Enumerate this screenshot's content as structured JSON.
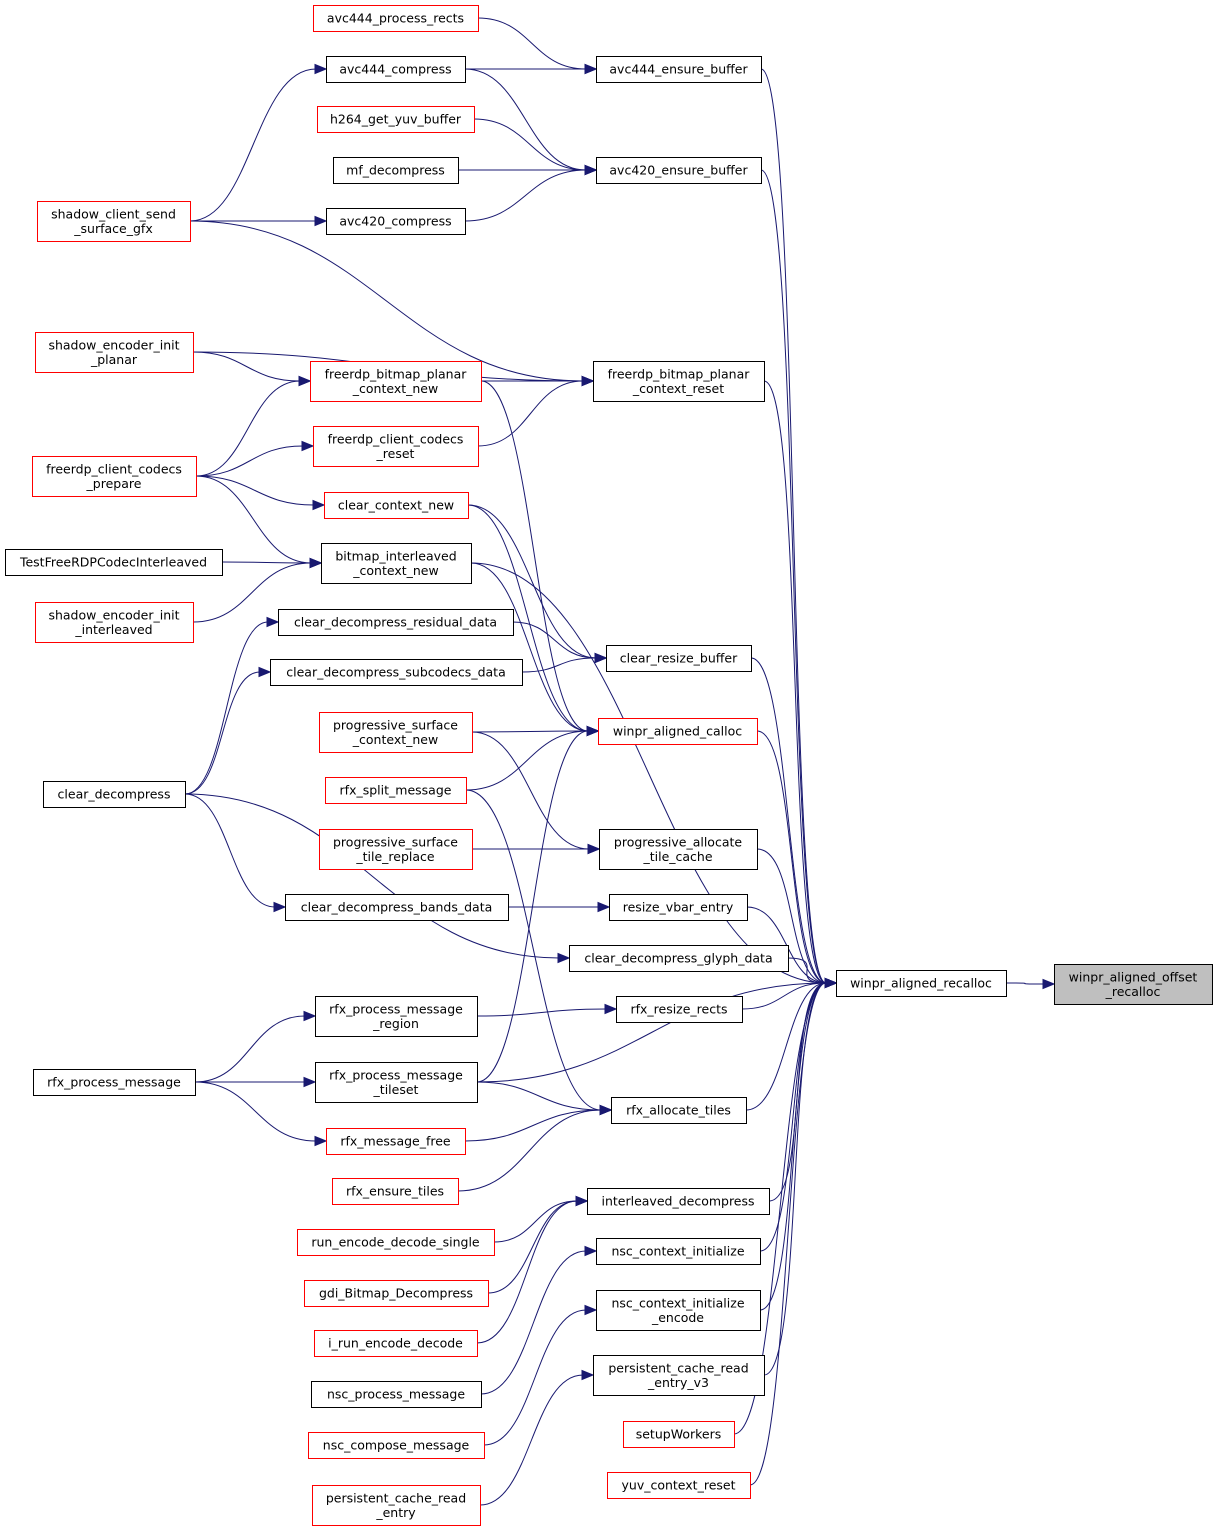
{
  "colors": {
    "edge": "#191970",
    "border_default": "#000000",
    "border_red": "#ff0000",
    "target_fill": "#bfbfbf",
    "fill": "#ffffff"
  },
  "nodes": {
    "offset_recalloc": {
      "lines": [
        "winpr_aligned_offset",
        "_recalloc"
      ],
      "border": "black",
      "target": true
    },
    "recalloc": {
      "lines": [
        "winpr_aligned_recalloc"
      ],
      "border": "black"
    },
    "avc444_process_rects": {
      "lines": [
        "avc444_process_rects"
      ],
      "border": "red"
    },
    "avc444_compress": {
      "lines": [
        "avc444_compress"
      ],
      "border": "black"
    },
    "avc444_ensure_buffer": {
      "lines": [
        "avc444_ensure_buffer"
      ],
      "border": "black"
    },
    "h264_get_yuv_buffer": {
      "lines": [
        "h264_get_yuv_buffer"
      ],
      "border": "red"
    },
    "mf_decompress": {
      "lines": [
        "mf_decompress"
      ],
      "border": "black"
    },
    "avc420_ensure_buffer": {
      "lines": [
        "avc420_ensure_buffer"
      ],
      "border": "black"
    },
    "shadow_client_send_surface_gfx": {
      "lines": [
        "shadow_client_send",
        "_surface_gfx"
      ],
      "border": "red"
    },
    "avc420_compress": {
      "lines": [
        "avc420_compress"
      ],
      "border": "black"
    },
    "shadow_encoder_init_planar": {
      "lines": [
        "shadow_encoder_init",
        "_planar"
      ],
      "border": "red"
    },
    "planar_context_new": {
      "lines": [
        "freerdp_bitmap_planar",
        "_context_new"
      ],
      "border": "red"
    },
    "planar_context_reset": {
      "lines": [
        "freerdp_bitmap_planar",
        "_context_reset"
      ],
      "border": "black"
    },
    "client_codecs_reset": {
      "lines": [
        "freerdp_client_codecs",
        "_reset"
      ],
      "border": "red"
    },
    "client_codecs_prepare": {
      "lines": [
        "freerdp_client_codecs",
        "_prepare"
      ],
      "border": "red"
    },
    "clear_context_new": {
      "lines": [
        "clear_context_new"
      ],
      "border": "red"
    },
    "TestFreeRDPCodecInterleaved": {
      "lines": [
        "TestFreeRDPCodecInterleaved"
      ],
      "border": "black"
    },
    "interleaved_context_new": {
      "lines": [
        "bitmap_interleaved",
        "_context_new"
      ],
      "border": "black"
    },
    "shadow_encoder_init_interleaved": {
      "lines": [
        "shadow_encoder_init",
        "_interleaved"
      ],
      "border": "red"
    },
    "clear_decompress_residual_data": {
      "lines": [
        "clear_decompress_residual_data"
      ],
      "border": "black"
    },
    "clear_resize_buffer": {
      "lines": [
        "clear_resize_buffer"
      ],
      "border": "black"
    },
    "clear_decompress_subcodecs_data": {
      "lines": [
        "clear_decompress_subcodecs_data"
      ],
      "border": "black"
    },
    "progressive_surface_context_new": {
      "lines": [
        "progressive_surface",
        "_context_new"
      ],
      "border": "red"
    },
    "winpr_aligned_calloc": {
      "lines": [
        "winpr_aligned_calloc"
      ],
      "border": "red"
    },
    "clear_decompress": {
      "lines": [
        "clear_decompress"
      ],
      "border": "black"
    },
    "rfx_split_message": {
      "lines": [
        "rfx_split_message"
      ],
      "border": "red"
    },
    "progressive_surface_tile_replace": {
      "lines": [
        "progressive_surface",
        "_tile_replace"
      ],
      "border": "red"
    },
    "progressive_allocate_tile_cache": {
      "lines": [
        "progressive_allocate",
        "_tile_cache"
      ],
      "border": "black"
    },
    "clear_decompress_bands_data": {
      "lines": [
        "clear_decompress_bands_data"
      ],
      "border": "black"
    },
    "resize_vbar_entry": {
      "lines": [
        "resize_vbar_entry"
      ],
      "border": "black"
    },
    "clear_decompress_glyph_data": {
      "lines": [
        "clear_decompress_glyph_data"
      ],
      "border": "black"
    },
    "rfx_process_message_region": {
      "lines": [
        "rfx_process_message",
        "_region"
      ],
      "border": "black"
    },
    "rfx_resize_rects": {
      "lines": [
        "rfx_resize_rects"
      ],
      "border": "black"
    },
    "rfx_process_message": {
      "lines": [
        "rfx_process_message"
      ],
      "border": "black"
    },
    "rfx_process_message_tileset": {
      "lines": [
        "rfx_process_message",
        "_tileset"
      ],
      "border": "black"
    },
    "rfx_allocate_tiles": {
      "lines": [
        "rfx_allocate_tiles"
      ],
      "border": "black"
    },
    "rfx_message_free": {
      "lines": [
        "rfx_message_free"
      ],
      "border": "red"
    },
    "rfx_ensure_tiles": {
      "lines": [
        "rfx_ensure_tiles"
      ],
      "border": "red"
    },
    "interleaved_decompress": {
      "lines": [
        "interleaved_decompress"
      ],
      "border": "black"
    },
    "run_encode_decode_single": {
      "lines": [
        "run_encode_decode_single"
      ],
      "border": "red"
    },
    "nsc_context_initialize": {
      "lines": [
        "nsc_context_initialize"
      ],
      "border": "black"
    },
    "gdi_Bitmap_Decompress": {
      "lines": [
        "gdi_Bitmap_Decompress"
      ],
      "border": "red"
    },
    "nsc_context_initialize_encode": {
      "lines": [
        "nsc_context_initialize",
        "_encode"
      ],
      "border": "black"
    },
    "i_run_encode_decode": {
      "lines": [
        "i_run_encode_decode"
      ],
      "border": "red"
    },
    "persistent_cache_read_entry_v3": {
      "lines": [
        "persistent_cache_read",
        "_entry_v3"
      ],
      "border": "black"
    },
    "nsc_process_message": {
      "lines": [
        "nsc_process_message"
      ],
      "border": "black"
    },
    "setupWorkers": {
      "lines": [
        "setupWorkers"
      ],
      "border": "red"
    },
    "nsc_compose_message": {
      "lines": [
        "nsc_compose_message"
      ],
      "border": "red"
    },
    "yuv_context_reset": {
      "lines": [
        "yuv_context_reset"
      ],
      "border": "red"
    },
    "persistent_cache_read_entry": {
      "lines": [
        "persistent_cache_read",
        "_entry"
      ],
      "border": "red"
    }
  },
  "edges": [
    [
      "recalloc",
      "offset_recalloc"
    ],
    [
      "avc444_ensure_buffer",
      "recalloc"
    ],
    [
      "avc420_ensure_buffer",
      "recalloc"
    ],
    [
      "planar_context_reset",
      "recalloc"
    ],
    [
      "interleaved_context_new",
      "recalloc"
    ],
    [
      "clear_resize_buffer",
      "recalloc"
    ],
    [
      "winpr_aligned_calloc",
      "recalloc"
    ],
    [
      "progressive_allocate_tile_cache",
      "recalloc"
    ],
    [
      "resize_vbar_entry",
      "recalloc"
    ],
    [
      "clear_decompress_glyph_data",
      "recalloc"
    ],
    [
      "rfx_resize_rects",
      "recalloc"
    ],
    [
      "rfx_process_message_tileset",
      "recalloc"
    ],
    [
      "rfx_allocate_tiles",
      "recalloc"
    ],
    [
      "interleaved_decompress",
      "recalloc"
    ],
    [
      "nsc_context_initialize",
      "recalloc"
    ],
    [
      "nsc_context_initialize_encode",
      "recalloc"
    ],
    [
      "persistent_cache_read_entry_v3",
      "recalloc"
    ],
    [
      "setupWorkers",
      "recalloc"
    ],
    [
      "yuv_context_reset",
      "recalloc"
    ],
    [
      "avc444_process_rects",
      "avc444_ensure_buffer"
    ],
    [
      "avc444_compress",
      "avc444_ensure_buffer"
    ],
    [
      "avc444_compress",
      "avc420_ensure_buffer"
    ],
    [
      "h264_get_yuv_buffer",
      "avc420_ensure_buffer"
    ],
    [
      "mf_decompress",
      "avc420_ensure_buffer"
    ],
    [
      "avc420_compress",
      "avc420_ensure_buffer"
    ],
    [
      "shadow_client_send_surface_gfx",
      "avc444_compress"
    ],
    [
      "shadow_client_send_surface_gfx",
      "avc420_compress"
    ],
    [
      "shadow_client_send_surface_gfx",
      "planar_context_reset"
    ],
    [
      "shadow_encoder_init_planar",
      "planar_context_reset"
    ],
    [
      "shadow_encoder_init_planar",
      "planar_context_new"
    ],
    [
      "planar_context_new",
      "planar_context_reset"
    ],
    [
      "client_codecs_reset",
      "planar_context_reset"
    ],
    [
      "client_codecs_prepare",
      "planar_context_new"
    ],
    [
      "client_codecs_prepare",
      "client_codecs_reset"
    ],
    [
      "client_codecs_prepare",
      "clear_context_new"
    ],
    [
      "client_codecs_prepare",
      "interleaved_context_new"
    ],
    [
      "TestFreeRDPCodecInterleaved",
      "interleaved_context_new"
    ],
    [
      "shadow_encoder_init_interleaved",
      "interleaved_context_new"
    ],
    [
      "planar_context_new",
      "winpr_aligned_calloc"
    ],
    [
      "clear_context_new",
      "winpr_aligned_calloc"
    ],
    [
      "clear_context_new",
      "clear_resize_buffer"
    ],
    [
      "interleaved_context_new",
      "winpr_aligned_calloc"
    ],
    [
      "clear_decompress_residual_data",
      "clear_resize_buffer"
    ],
    [
      "clear_decompress_subcodecs_data",
      "clear_resize_buffer"
    ],
    [
      "clear_decompress",
      "clear_decompress_residual_data"
    ],
    [
      "clear_decompress",
      "clear_decompress_subcodecs_data"
    ],
    [
      "clear_decompress",
      "clear_decompress_bands_data"
    ],
    [
      "clear_decompress",
      "clear_decompress_glyph_data"
    ],
    [
      "progressive_surface_context_new",
      "winpr_aligned_calloc"
    ],
    [
      "progressive_surface_context_new",
      "progressive_allocate_tile_cache"
    ],
    [
      "rfx_split_message",
      "winpr_aligned_calloc"
    ],
    [
      "rfx_split_message",
      "rfx_allocate_tiles"
    ],
    [
      "progressive_surface_tile_replace",
      "progressive_allocate_tile_cache"
    ],
    [
      "clear_decompress_bands_data",
      "resize_vbar_entry"
    ],
    [
      "rfx_process_message",
      "rfx_process_message_region"
    ],
    [
      "rfx_process_message",
      "rfx_process_message_tileset"
    ],
    [
      "rfx_process_message",
      "rfx_message_free"
    ],
    [
      "rfx_process_message_region",
      "rfx_resize_rects"
    ],
    [
      "rfx_process_message_tileset",
      "winpr_aligned_calloc"
    ],
    [
      "rfx_process_message_tileset",
      "rfx_allocate_tiles"
    ],
    [
      "rfx_message_free",
      "rfx_allocate_tiles"
    ],
    [
      "rfx_ensure_tiles",
      "rfx_allocate_tiles"
    ],
    [
      "run_encode_decode_single",
      "interleaved_decompress"
    ],
    [
      "gdi_Bitmap_Decompress",
      "interleaved_decompress"
    ],
    [
      "i_run_encode_decode",
      "interleaved_decompress"
    ],
    [
      "nsc_process_message",
      "nsc_context_initialize"
    ],
    [
      "nsc_compose_message",
      "nsc_context_initialize_encode"
    ],
    [
      "persistent_cache_read_entry",
      "persistent_cache_read_entry_v3"
    ]
  ]
}
